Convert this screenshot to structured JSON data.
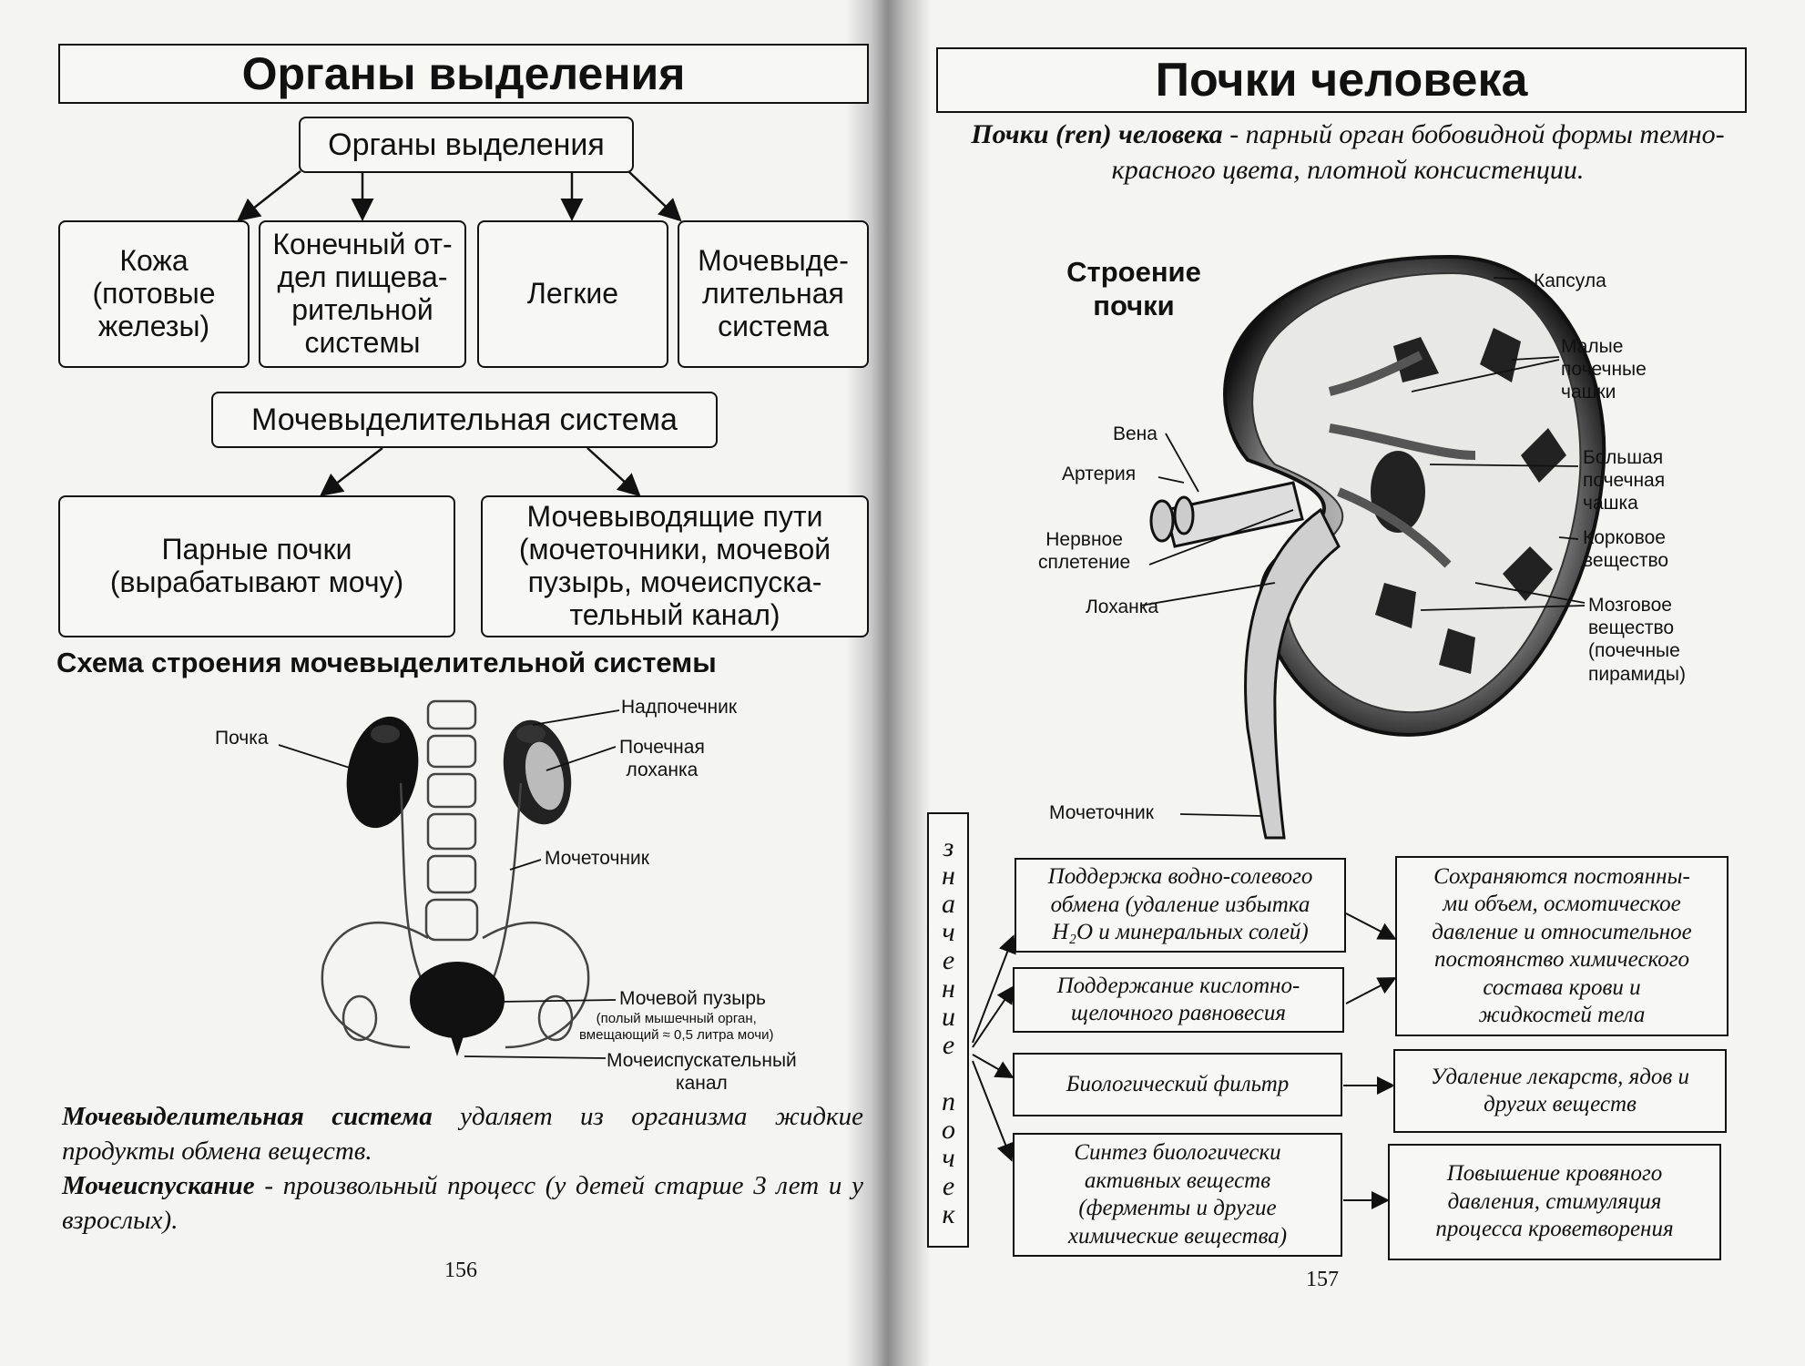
{
  "left": {
    "title": "Органы выделения",
    "root": "Органы выделения",
    "organs": [
      "Кожа\n(потовые\nжелезы)",
      "Конечный от-\nдел пищева-\nрительной\nсистемы",
      "Легкие",
      "Мочевыде-\nлительная\nсистема"
    ],
    "system": "Мочевыделительная система",
    "parts": [
      "Парные почки\n(вырабатывают мочу)",
      "Мочевыводящие пути\n(мочеточники, мочевой\nпузырь, мочеиспуска-\nтельный канал)"
    ],
    "scheme_title": "Схема строения мочевыделительной системы",
    "labels": {
      "kidney": "Почка",
      "adrenal": "Надпочечник",
      "pelvis": "Почечная\nлоханка",
      "ureter": "Мочеточник",
      "bladder": "Мочевой пузырь",
      "bladder_note": "(полый мышечный орган,\nвмещающий ≈ 0,5 литра мочи)",
      "urethra": "Мочеиспускательный\nканал"
    },
    "text1_bold": "Мочевыделительная система",
    "text1_rest": " удаляет из организма жидкие продукты обмена веществ.",
    "text2_bold": "Мочеиспускание",
    "text2_rest": " - произвольный процесс (у детей старше 3 лет и у взрослых).",
    "page_number": "156"
  },
  "right": {
    "title": "Почки человека",
    "def_bold": "Почки (ren) человека",
    "def_rest": " - парный орган бобовидной формы темно-красного цвета, плотной консистенции.",
    "structure_title": "Строение\nпочки",
    "labels": {
      "capsule": "Капсула",
      "minor_calyces": "Малые\nпочечные\nчашки",
      "vein": "Вена",
      "artery": "Артерия",
      "major_calyx": "Большая\nпочечная\nчашка",
      "cortex": "Корковое\nвещество",
      "nerve": "Нервное\nсплетение",
      "pelvis": "Лоханка",
      "medulla": "Мозговое\nвещество\n(почечные\nпирамиды)",
      "ureter": "Мочеточник"
    },
    "vertical_label": "значение почек",
    "functions": [
      "Поддержка водно-солевого\nобмена (удаление избытка\nH₂O и минеральных солей)",
      "Поддержание кислотно-\nщелочного равновесия",
      "Биологический фильтр",
      "Синтез биологически\nактивных веществ\n(ферменты и другие\nхимические вещества)"
    ],
    "results": [
      "Сохраняются постоянны-\nми объем, осмотическое\nдавление и относительное\nпостоянство химического\nсостава крови и\nжидкостей тела",
      "Удаление лекарств, ядов и\nдругих веществ",
      "Повышение кровяного\nдавления, стимуляция\nпроцесса кроветворения"
    ],
    "page_number": "157"
  }
}
